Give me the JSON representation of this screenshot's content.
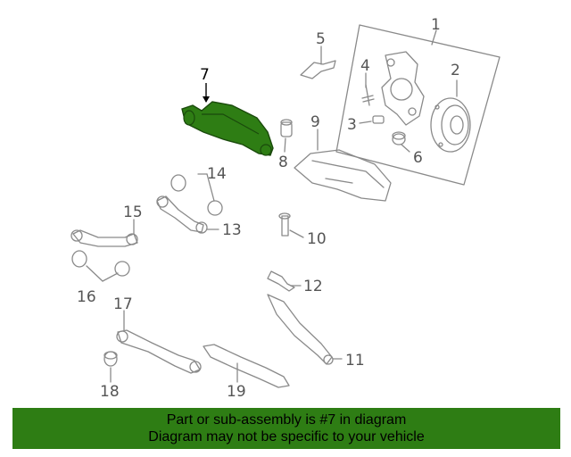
{
  "callouts": [
    "1",
    "2",
    "3",
    "4",
    "5",
    "6",
    "7",
    "8",
    "9",
    "10",
    "11",
    "12",
    "13",
    "14",
    "15",
    "16",
    "17",
    "18",
    "19"
  ],
  "highlighted_part": "7",
  "colors": {
    "highlight": "#2e7d14",
    "line": "#8a8a8a",
    "text": "#555555"
  },
  "banner": {
    "line1": "Part or sub-assembly is #7 in diagram",
    "line2": "Diagram may not be specific to your vehicle"
  }
}
